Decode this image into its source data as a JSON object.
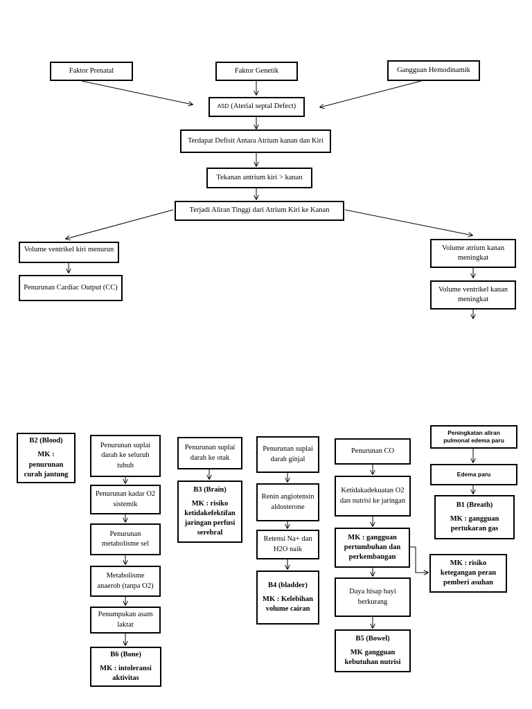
{
  "top": {
    "faktor_prenatal": "Faktor Prenatal",
    "faktor_genetik": "Faktor Genetik",
    "gangguan_hemodinamik": "Gangguan Hemodinamik",
    "asd_abbr": "ASD",
    "asd_full": "(Aterial septal Defect)",
    "defisit": "Terdapat Defisit Antara Atrium kanan dan Kiri",
    "tekanan": "Tekanan antrium kiri > kanan",
    "aliran": "Terjadi Aliran Tinggi dari Atrium Kiri ke Kanan",
    "vol_ventrikel_kiri": "Volume ventrikel kiri menurun",
    "penurunan_cc": "Penurunan Cardiac Output (CC)",
    "vol_atrium_kanan": "Volume atrium kanan meningkat",
    "vol_ventrikel_kanan": "Volume ventrikel kanan meningkat"
  },
  "b2": {
    "title": "B2 (Blood)",
    "mk": "MK : penurunan curah jantung"
  },
  "col1": {
    "suplai_tubuh": "Penurunan suplai darah ke seluruh tubuh",
    "kadar_o2": "Penurunan kadar O2 sistemik",
    "metabolisme_sel": "Penurunan metabolisme sel",
    "anaerob": "Metabolisme anaerob (tanpa O2)",
    "asam_laktat": "Penumpukan asam laktat",
    "b6_title": "B6 (Bone)",
    "b6_mk": "MK : intoleransi aktivitas"
  },
  "col2": {
    "suplai_otak": "Penurunan suplai darah ke otak",
    "b3_title": "B3 (Brain)",
    "b3_mk": "MK : risiko ketidakefektifan jaringan perfusi serebral"
  },
  "col3": {
    "suplai_ginjal": "Penurunan suplai darah ginjal",
    "renin": "Renin angiotensin aldosterone",
    "retensi": "Retensi Na+ dan H2O naik",
    "b4_title": "B4 (bladder)",
    "b4_mk": "MK : Kelebihan volume cairan"
  },
  "col4": {
    "penurunan_co": "Penurunan CO",
    "ketidakadekuatan": "Ketidakadekuatan O2 dan nutrisi ke jaringan",
    "mk_pertumbuhan": "MK : gangguan pertumbuhan dan perkembangan",
    "daya_hisap": "Daya hisap bayi berkurang",
    "b5_title": "B5 (Bowel)",
    "b5_mk": "MK gangguan kebutuhan nutrisi"
  },
  "col5": {
    "peningkatan": "Peningkatan aliran pulmonal edema paru",
    "edema": "Edema paru",
    "b1_title": "B1 (Breath)",
    "b1_mk": "MK : gangguan pertukaran gas",
    "mk_ketegangan": "MK : risiko ketegangan peran pemberi asuhan"
  }
}
